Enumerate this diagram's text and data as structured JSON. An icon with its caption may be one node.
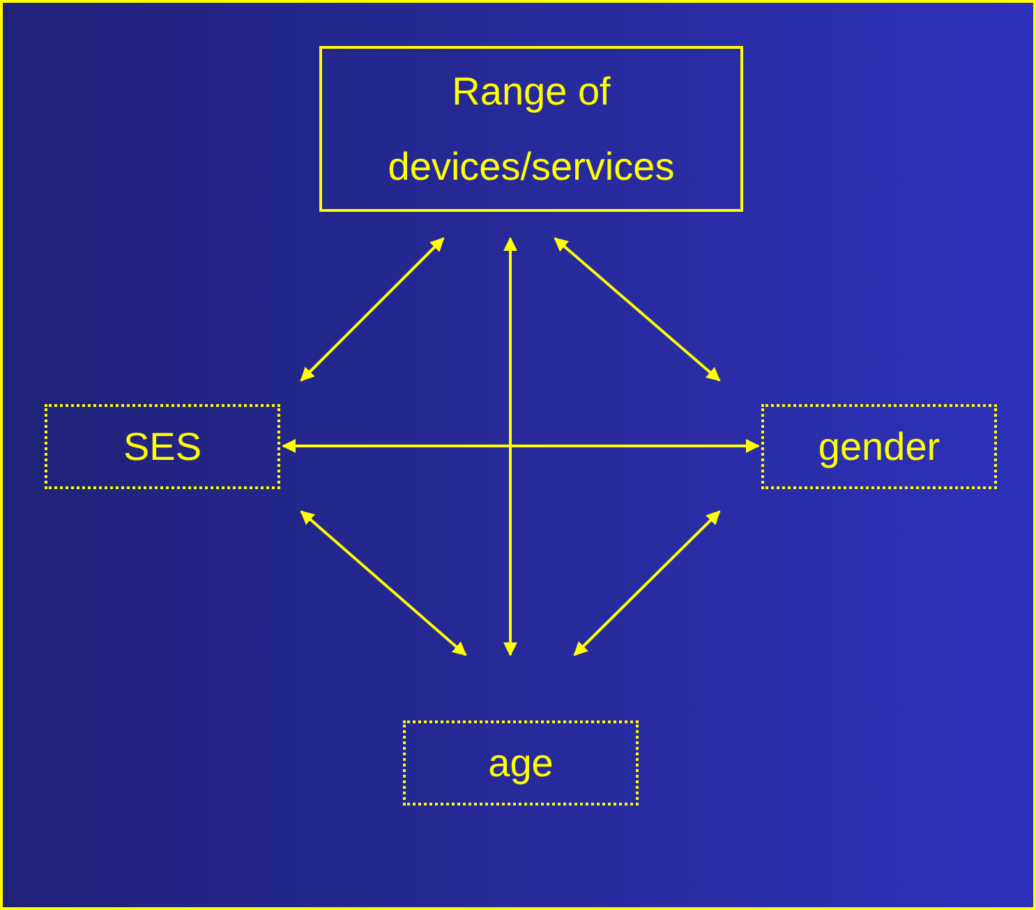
{
  "diagram": {
    "nodes": [
      {
        "text": [
          "Range of devices/services"
        ]
      },
      {
        "text": [
          "SES"
        ]
      },
      {
        "text": [
          "gender"
        ]
      },
      {
        "text": [
          "age"
        ]
      }
    ],
    "edges": [
      {
        "from": 0,
        "to": 1,
        "arrow": "both"
      },
      {
        "from": 0,
        "to": 3,
        "arrow": "both"
      },
      {
        "from": 0,
        "to": 2,
        "arrow": "both"
      },
      {
        "from": 1,
        "to": 2,
        "arrow": "both"
      },
      {
        "from": 1,
        "to": 3,
        "arrow": "both"
      },
      {
        "from": 2,
        "to": 3,
        "arrow": "both"
      }
    ]
  }
}
